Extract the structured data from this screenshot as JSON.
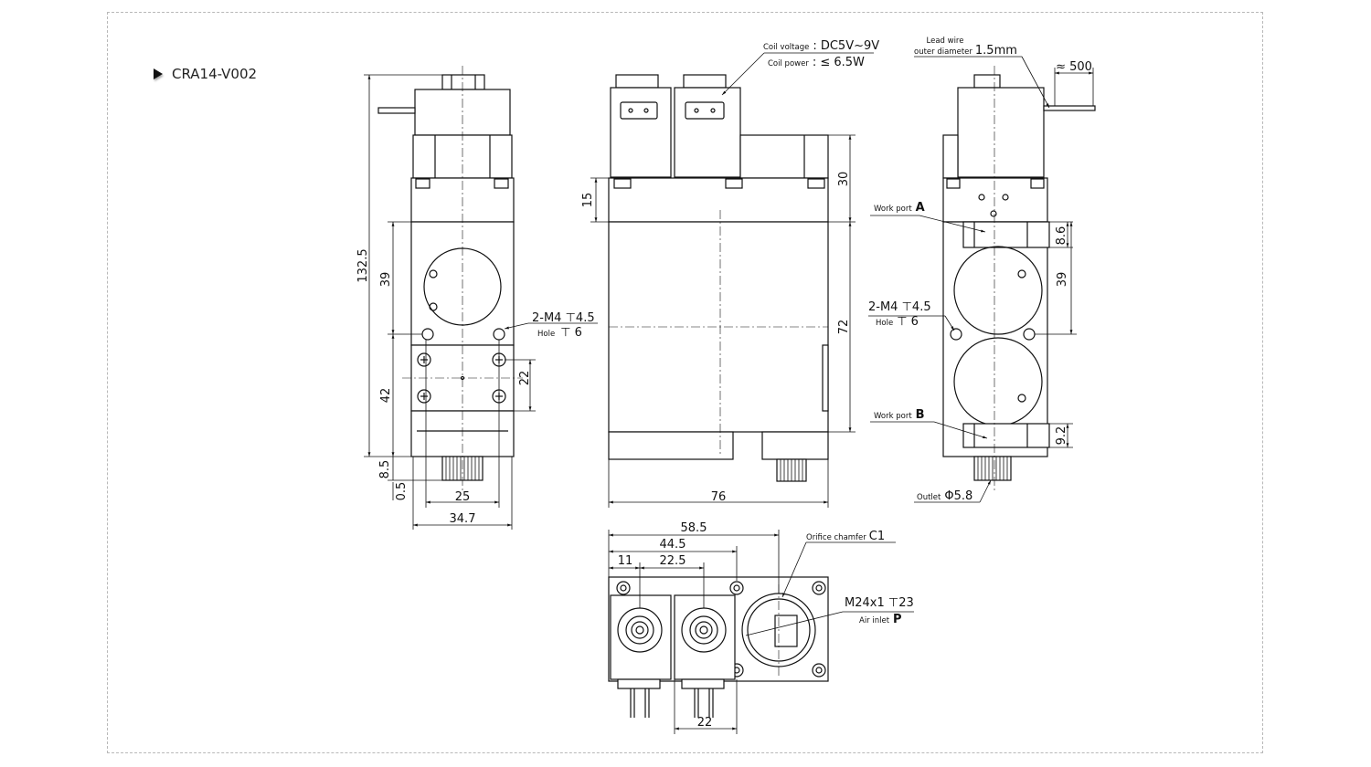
{
  "model": "CRA14-V002",
  "specs": {
    "coil_voltage_label": "Coil voltage",
    "coil_voltage_value": ": DC5V~9V",
    "coil_power_label": "Coil power",
    "coil_power_value": ": ≤ 6.5W",
    "lead_wire_label_1": "Lead wire",
    "lead_wire_label_2": "outer diameter",
    "lead_wire_value": "1.5mm",
    "lead_length": "≈ 500"
  },
  "callouts": {
    "mount_thread": "2-M4",
    "mount_depth": "4.5",
    "hole_label": "Hole",
    "hole_depth": "6",
    "work_port_label": "Work port",
    "work_port_a": "A",
    "work_port_b": "B",
    "outlet_label": "Outlet",
    "outlet_value": "Φ5.8",
    "orifice_label": "Orifice chamfer",
    "orifice_value": "C1",
    "inlet_thread": "M24x1",
    "inlet_depth": "23",
    "air_inlet_label": "Air inlet",
    "air_inlet_port": "P"
  },
  "dimensions": {
    "left_total_height": "132.5",
    "left_upper": "39",
    "left_lower": "42",
    "left_base": "8.5",
    "left_offset": "0.5",
    "left_hole_spacing": "22",
    "left_width_inner": "25",
    "left_width_outer": "34.7",
    "front_top": "15",
    "front_coil": "30",
    "front_body": "72",
    "front_width": "76",
    "right_port_a": "8.6",
    "right_spacing": "39",
    "right_port_b": "9.2",
    "bottom_58_5": "58.5",
    "bottom_44_5": "44.5",
    "bottom_11": "11",
    "bottom_22_5": "22.5",
    "bottom_22": "22"
  }
}
